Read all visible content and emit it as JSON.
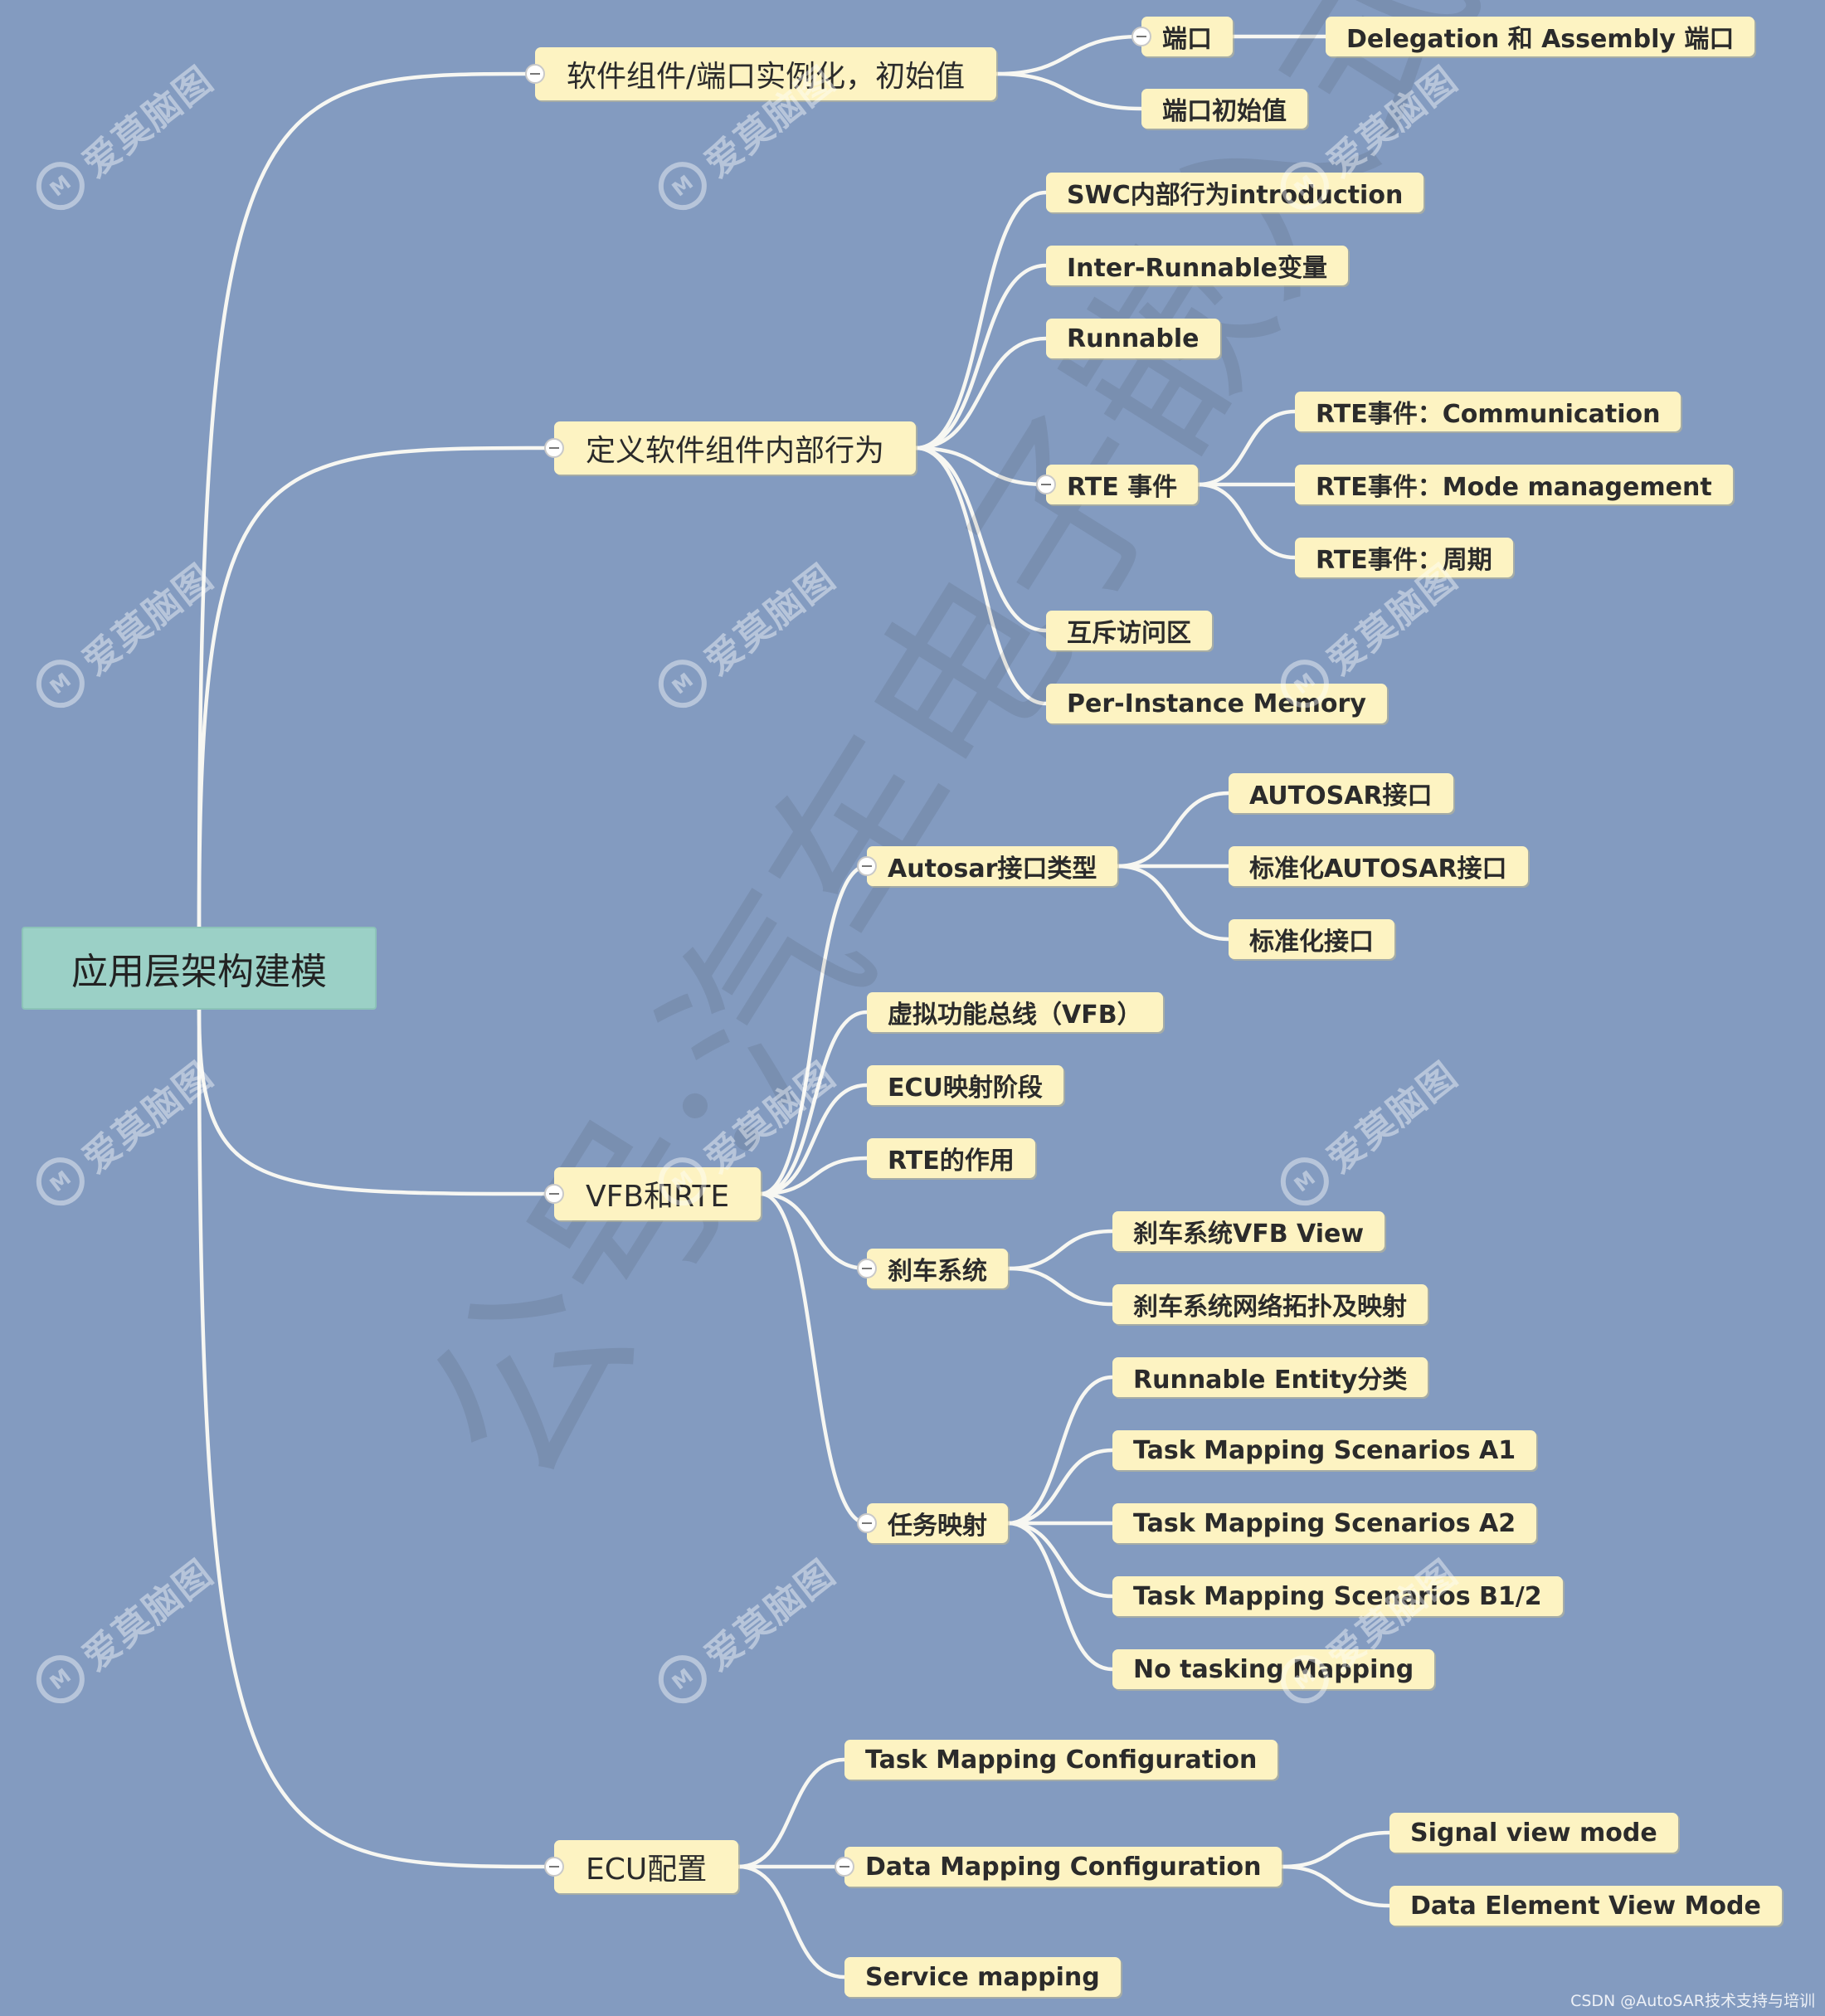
{
  "root": {
    "label": "应用层架构建模"
  },
  "branches": [
    {
      "label": "软件组件/端口实例化，初始值",
      "children": [
        {
          "label": "端口",
          "children": [
            {
              "label": "Delegation 和 Assembly 端口"
            }
          ]
        },
        {
          "label": "端口初始值"
        }
      ]
    },
    {
      "label": "定义软件组件内部行为",
      "children": [
        {
          "label": "SWC内部行为introduction"
        },
        {
          "label": "Inter-Runnable变量"
        },
        {
          "label": "Runnable"
        },
        {
          "label": "RTE 事件",
          "children": [
            {
              "label": "RTE事件：Communication"
            },
            {
              "label": "RTE事件：Mode management"
            },
            {
              "label": "RTE事件：周期"
            }
          ]
        },
        {
          "label": "互斥访问区"
        },
        {
          "label": "Per-Instance Memory"
        }
      ]
    },
    {
      "label": "VFB和RTE",
      "children": [
        {
          "label": "Autosar接口类型",
          "children": [
            {
              "label": "AUTOSAR接口"
            },
            {
              "label": "标准化AUTOSAR接口"
            },
            {
              "label": "标准化接口"
            }
          ]
        },
        {
          "label": "虚拟功能总线（VFB）"
        },
        {
          "label": "ECU映射阶段"
        },
        {
          "label": "RTE的作用"
        },
        {
          "label": "刹车系统",
          "children": [
            {
              "label": "刹车系统VFB View"
            },
            {
              "label": "刹车系统网络拓扑及映射"
            }
          ]
        },
        {
          "label": "任务映射",
          "children": [
            {
              "label": "Runnable Entity分类"
            },
            {
              "label": "Task Mapping Scenarios A1"
            },
            {
              "label": "Task Mapping Scenarios A2"
            },
            {
              "label": "Task Mapping Scenarios B1/2"
            },
            {
              "label": "No tasking Mapping"
            }
          ]
        }
      ]
    },
    {
      "label": "ECU配置",
      "children": [
        {
          "label": "Task Mapping Configuration"
        },
        {
          "label": "Data Mapping Configuration",
          "children": [
            {
              "label": "Signal view mode"
            },
            {
              "label": "Data Element View Mode"
            }
          ]
        },
        {
          "label": "Service mapping"
        }
      ]
    }
  ],
  "watermark": {
    "brand": "爱莫脑图",
    "logo_letter": "M",
    "overlay_text": "公号:汽车电子嵌入式Autosar"
  },
  "footer": "CSDN @AutoSAR技术支持与培训",
  "colors": {
    "background": "#839BC0",
    "node_fill": "#FDF3C2",
    "root_fill": "#9BD0C6",
    "connector": "#F7F7F2"
  }
}
